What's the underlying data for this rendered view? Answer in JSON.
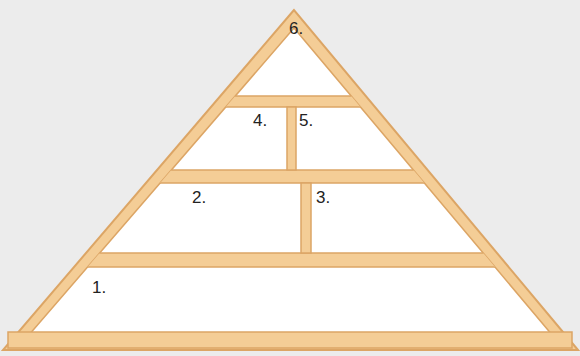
{
  "diagram": {
    "labels": [
      "6.",
      "4.",
      "5.",
      "2.",
      "3.",
      "1."
    ]
  }
}
